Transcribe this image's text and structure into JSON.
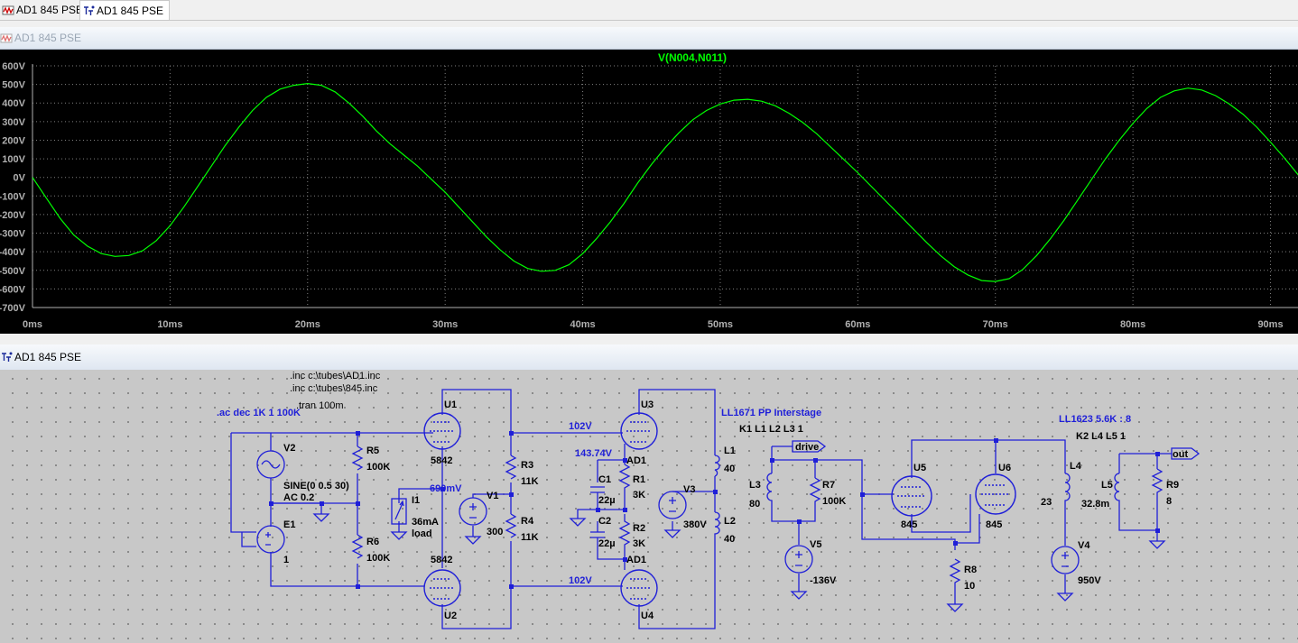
{
  "tabs": [
    {
      "label": "AD1 845 PSE",
      "icon": "waveform-icon"
    },
    {
      "label": "AD1 845 PSE",
      "icon": "schematic-icon"
    }
  ],
  "waveform_window": {
    "title": "AD1 845 PSE",
    "icon": "waveform-icon"
  },
  "schematic_window": {
    "title": "AD1 845 PSE",
    "icon": "schematic-icon"
  },
  "chart_data": {
    "type": "line",
    "title": "",
    "series": [
      {
        "name": "V(N004,N011)",
        "color": "#00ff00"
      }
    ],
    "x": [
      0,
      1,
      2,
      3,
      4,
      5,
      6,
      7,
      8,
      9,
      10,
      11,
      12,
      13,
      14,
      15,
      16,
      17,
      18,
      19,
      20,
      21,
      22,
      23,
      24,
      25,
      26,
      27,
      28,
      29,
      30,
      31,
      32,
      33,
      34,
      35,
      36,
      37,
      38,
      39,
      40,
      41,
      42,
      43,
      44,
      45,
      46,
      47,
      48,
      49,
      50,
      51,
      52,
      53,
      54,
      55,
      56,
      57,
      58,
      59,
      60,
      61,
      62,
      63,
      64,
      65,
      66,
      67,
      68,
      69,
      70,
      71,
      72,
      73,
      74,
      75,
      76,
      77,
      78,
      79,
      80,
      81,
      82,
      83,
      84,
      85,
      86,
      87,
      88,
      89,
      90,
      91,
      92,
      93
    ],
    "y": [
      0,
      -110,
      -220,
      -310,
      -370,
      -410,
      -425,
      -420,
      -395,
      -340,
      -260,
      -160,
      -50,
      60,
      170,
      270,
      360,
      430,
      475,
      495,
      505,
      495,
      460,
      400,
      330,
      250,
      180,
      120,
      60,
      -10,
      -80,
      -160,
      -240,
      -320,
      -390,
      -450,
      -490,
      -505,
      -500,
      -470,
      -410,
      -330,
      -240,
      -140,
      -30,
      70,
      160,
      240,
      310,
      360,
      395,
      415,
      420,
      410,
      385,
      345,
      295,
      235,
      165,
      95,
      25,
      -50,
      -125,
      -200,
      -275,
      -350,
      -420,
      -480,
      -525,
      -555,
      -560,
      -545,
      -495,
      -420,
      -330,
      -230,
      -120,
      -10,
      100,
      200,
      290,
      370,
      430,
      465,
      480,
      470,
      440,
      395,
      340,
      270,
      190,
      105,
      15,
      -80
    ],
    "xlabel": "",
    "ylabel": "",
    "xlim": [
      0,
      92
    ],
    "ylim": [
      -700,
      600
    ],
    "x_ticks": [
      "0ms",
      "10ms",
      "20ms",
      "30ms",
      "40ms",
      "50ms",
      "60ms",
      "70ms",
      "80ms",
      "90ms"
    ],
    "y_ticks": [
      "600V",
      "500V",
      "400V",
      "300V",
      "200V",
      "100V",
      "0V",
      "-100V",
      "-200V",
      "-300V",
      "-400V",
      "-500V",
      "-600V",
      "-700V"
    ],
    "grid": true,
    "background": "#000000",
    "tick_color": "#b0b0b0",
    "grid_color": "#808080"
  },
  "schematic": {
    "directives": [
      ".inc c:\\tubes\\AD1.inc",
      ".inc c:\\tubes\\845.inc",
      ".tran 100m",
      ".ac dec 1K 1 100K"
    ],
    "net_labels": [
      "102V",
      "143.74V",
      "690mV",
      "102V"
    ],
    "interstage_title": "LL1671 PP Interstage",
    "interstage_coupling": "K1 L1 L2 L3 1",
    "output_title": "LL1623 5.6K : 8",
    "output_coupling": "K2 L4 L5 1",
    "flags": [
      "drive",
      "out"
    ],
    "components": {
      "U1": {
        "name": "U1",
        "model": "5842"
      },
      "U2": {
        "name": "U2",
        "model": "5842"
      },
      "U3": {
        "name": "U3"
      },
      "U4": {
        "name": "U4"
      },
      "AD1_top": "AD1",
      "AD1_bot": "AD1",
      "U5": {
        "name": "U5",
        "model": "845"
      },
      "U6": {
        "name": "U6",
        "model": "845"
      },
      "V1": {
        "name": "V1",
        "value": "300"
      },
      "V2": {
        "name": "V2",
        "value1": "SINE(0 0.5 30)",
        "value2": "AC 0.2"
      },
      "V3": {
        "name": "V3",
        "value": "380V"
      },
      "V4": {
        "name": "V4",
        "value": "950V"
      },
      "V5": {
        "name": "V5",
        "value": "-136V"
      },
      "E1": {
        "name": "E1",
        "value": "1"
      },
      "I1": {
        "name": "I1",
        "value1": "36mA",
        "value2": "load"
      },
      "R1": {
        "name": "R1",
        "value": "3K"
      },
      "R2": {
        "name": "R2",
        "value": "3K"
      },
      "R3": {
        "name": "R3",
        "value": "11K"
      },
      "R4": {
        "name": "R4",
        "value": "11K"
      },
      "R5": {
        "name": "R5",
        "value": "100K"
      },
      "R6": {
        "name": "R6",
        "value": "100K"
      },
      "R7": {
        "name": "R7",
        "value": "100K"
      },
      "R8": {
        "name": "R8",
        "value": "10"
      },
      "R9": {
        "name": "R9",
        "value": "8"
      },
      "C1": {
        "name": "C1",
        "value": "22µ"
      },
      "C2": {
        "name": "C2",
        "value": "22µ"
      },
      "L1": {
        "name": "L1",
        "value": "40"
      },
      "L2": {
        "name": "L2",
        "value": "40"
      },
      "L3": {
        "name": "L3",
        "value": "80"
      },
      "L4": {
        "name": "L4",
        "value": "23"
      },
      "L5": {
        "name": "L5",
        "value": "32.8m"
      }
    }
  }
}
